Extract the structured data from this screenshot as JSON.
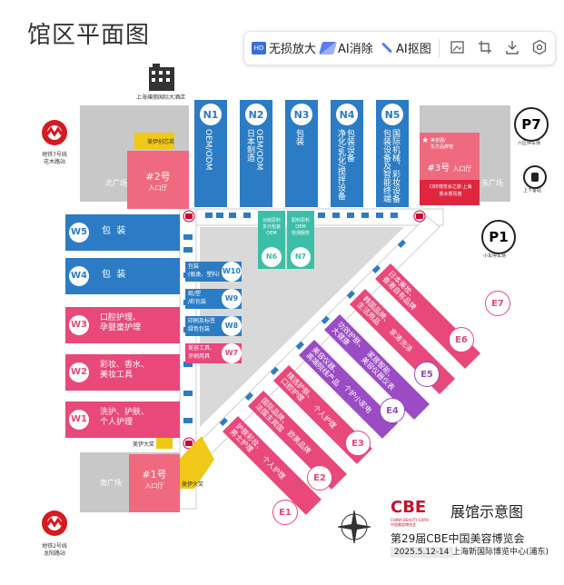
{
  "page_title": "馆区平面图",
  "toolbar": {
    "enlarge": "无损放大",
    "erase": "AI消除",
    "cutout": "AI抠图",
    "icons": [
      "image-edit-icon",
      "crop-icon",
      "download-icon",
      "settings-icon"
    ]
  },
  "landmarks": {
    "tower": "上海璞丽国际大酒店",
    "metro7_line": "地铁7号线",
    "metro7_station": "花木路站",
    "metro2_line": "地铁2号线",
    "metro2_station": "龙阳路站",
    "north_plaza": "北广场",
    "east_plaza": "东广场",
    "south_plaza": "南广场",
    "p7": "P7",
    "p7_sub": "六区停车场",
    "p1": "P1",
    "p1_sub": "小车停车场",
    "shuttle": "上下客站",
    "expo_prefix": "美伊创芯英",
    "meiyi_top": "美伊大奖",
    "meiyi_bottom": "美伊大奖"
  },
  "entrances": {
    "e2": "#2号",
    "e2_sub": "入口厅",
    "e3": "#3号",
    "e3_sub": "入口厅",
    "e1": "#1号",
    "e1_sub": "入口厅",
    "e3_badge": "美容展/\n东方品牌馆",
    "cbe_inner": "CBE博览会之旅·上海\n香水香氛馆"
  },
  "north_halls": [
    {
      "id": "N1",
      "text": "OEM/ODM"
    },
    {
      "id": "N2",
      "text": "OEM/ODM\n日本制造"
    },
    {
      "id": "N3",
      "text": "包装"
    },
    {
      "id": "N4",
      "text": "包装设备\n净化/乳化/搅拌设备"
    },
    {
      "id": "N5",
      "text": "国际机械、彩妆设备\n包装设备及智能终端"
    }
  ],
  "west_halls": [
    {
      "id": "W5",
      "text": "包  装",
      "color": "#2b7cc4"
    },
    {
      "id": "W4",
      "text": "包  装",
      "color": "#2b7cc4"
    },
    {
      "id": "W3",
      "text": "口腔护理、\n孕婴童护理",
      "color": "#e8487a"
    },
    {
      "id": "W2",
      "text": "彩妆、香水、\n美妆工具",
      "color": "#e8487a"
    },
    {
      "id": "W1",
      "text": "洗护、护肤、\n个人护理",
      "color": "#e8487a"
    }
  ],
  "inner_halls": [
    {
      "id": "W10",
      "text": "包装\n(瓶类、塑料)",
      "color": "#2b7cc4"
    },
    {
      "id": "W9",
      "text": "纸/塑\n/彩包装",
      "color": "#2b7cc4"
    },
    {
      "id": "W8",
      "text": "印刷及标签\n绿色包装",
      "color": "#2b7cc4"
    },
    {
      "id": "W7",
      "text": "美容工具、\n牙刷用具",
      "color": "#e8487a"
    }
  ],
  "green_halls": [
    {
      "id": "N6",
      "text": "功效原料\n多元包装\nOEM"
    },
    {
      "id": "N7",
      "text": "配料原料\nOEM\n检测服务"
    }
  ],
  "east_halls": [
    {
      "id": "E7",
      "text": "日本美妆、\n香港自有品牌",
      "color": "#e8487a"
    },
    {
      "id": "E6",
      "text": "韩国品牌、\n生活用品",
      "extra": "家清洗涤",
      "color": "#e8487a"
    },
    {
      "id": "E5",
      "text": "功效护肤、\n大健康",
      "extra": "家居智能、\n美容仪器仪表",
      "color": "#9b4bc4"
    },
    {
      "id": "E4",
      "text": "美容仪器、\n高端院线产品",
      "extra": "个护小家电",
      "color": "#9b4bc4"
    },
    {
      "id": "E3",
      "text": "精选护肤、\n口腔护理",
      "extra": "个人护理",
      "color": "#e8487a"
    },
    {
      "id": "E2",
      "text": "国际品牌、\n法国主宾国",
      "extra": "欧美品牌",
      "color": "#e8487a"
    },
    {
      "id": "E1",
      "text": "护肤彩妆、\n男士护理",
      "extra": "个人护理",
      "color": "#e8487a"
    }
  ],
  "legend": {
    "logo": "CBE",
    "logo_sub": "CHINA BEAUTY EXPO\n中国美容博览会",
    "title": "展馆示意图",
    "event": "第29届CBE中国美容博览会",
    "dates": "2025.5.12-14",
    "venue": "上海新国际博览中心(浦东)"
  }
}
